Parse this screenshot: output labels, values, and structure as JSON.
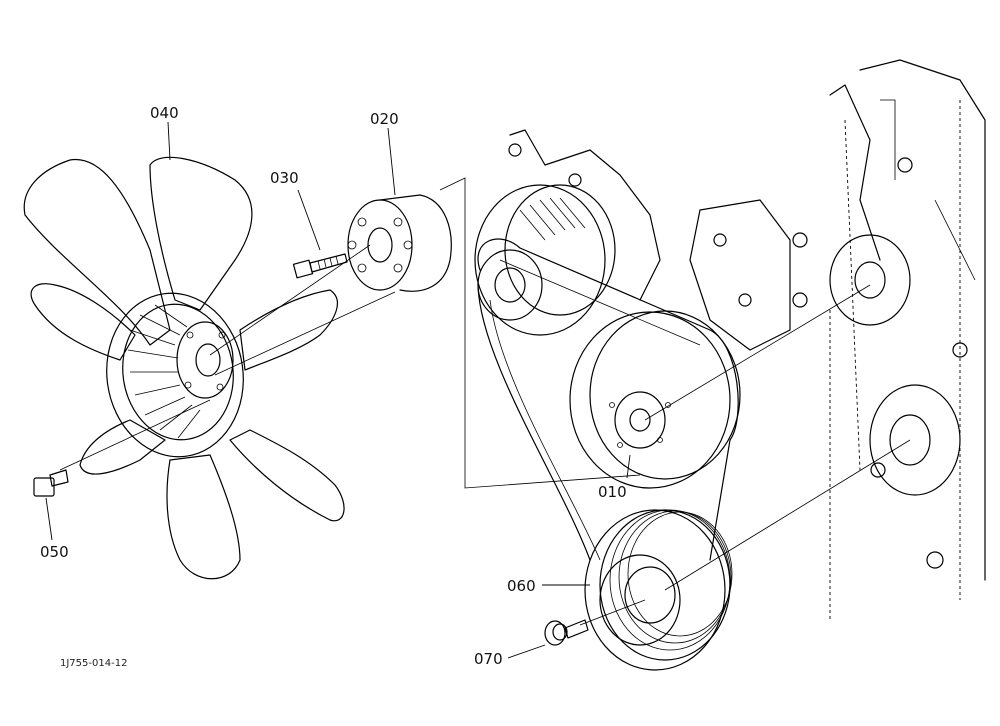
{
  "callouts": {
    "p010": "010",
    "p020": "020",
    "p030": "030",
    "p040": "040",
    "p050": "050",
    "p060": "060",
    "p070": "070"
  },
  "figure_id": "1J755-014-12"
}
